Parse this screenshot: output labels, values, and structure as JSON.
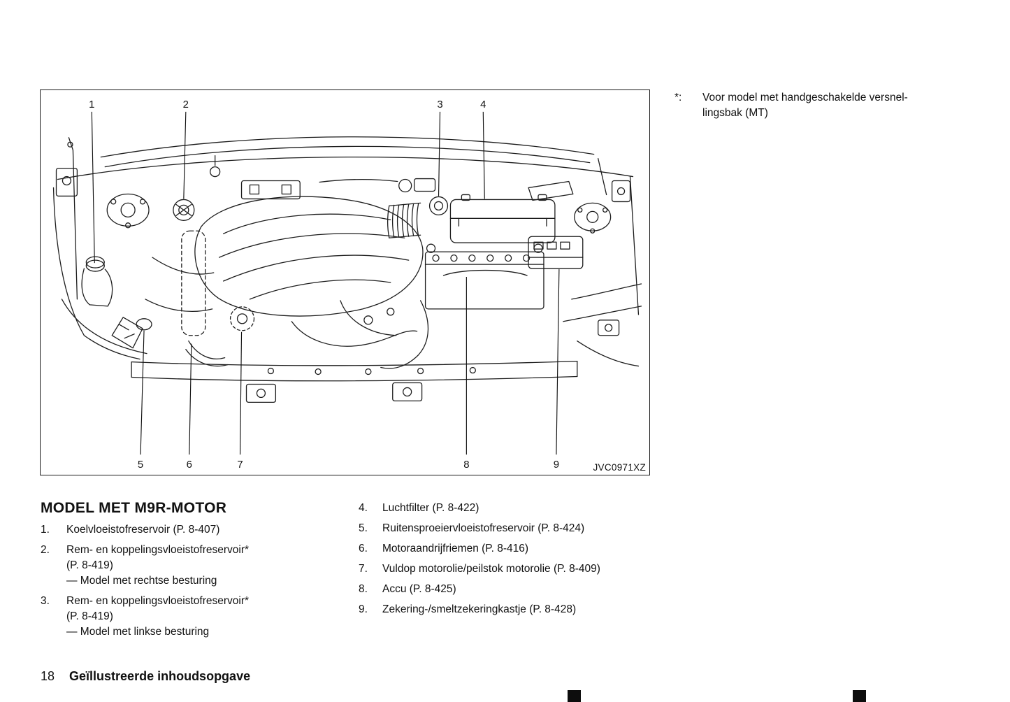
{
  "page": {
    "footnote": {
      "marker": "*:",
      "text": "Voor model met handgeschakelde versnel-\nlingsbak (MT)"
    },
    "figure": {
      "code": "JVC0971XZ",
      "callouts": [
        "1",
        "2",
        "3",
        "4",
        "5",
        "6",
        "7",
        "8",
        "9"
      ]
    },
    "legend": {
      "title": "MODEL MET M9R-MOTOR",
      "left": [
        {
          "num": "1.",
          "text": "Koelvloeistofreservoir (P. 8-407)"
        },
        {
          "num": "2.",
          "text": "Rem- en koppelingsvloeistofreservoir*\n(P. 8-419)\n— Model met rechtse besturing"
        },
        {
          "num": "3.",
          "text": "Rem- en koppelingsvloeistofreservoir*\n(P. 8-419)\n— Model met linkse besturing"
        }
      ],
      "right": [
        {
          "num": "4.",
          "text": "Luchtfilter (P. 8-422)"
        },
        {
          "num": "5.",
          "text": "Ruitensproeiervloeistofreservoir (P. 8-424)"
        },
        {
          "num": "6.",
          "text": "Motoraandrijfriemen (P. 8-416)"
        },
        {
          "num": "7.",
          "text": "Vuldop motorolie/peilstok motorolie (P. 8-409)"
        },
        {
          "num": "8.",
          "text": "Accu (P. 8-425)"
        },
        {
          "num": "9.",
          "text": "Zekering-/smeltzekeringkastje (P. 8-428)"
        }
      ]
    },
    "footer": {
      "page_number": "18",
      "section_title": "Geïllustreerde inhoudsopgave"
    }
  }
}
